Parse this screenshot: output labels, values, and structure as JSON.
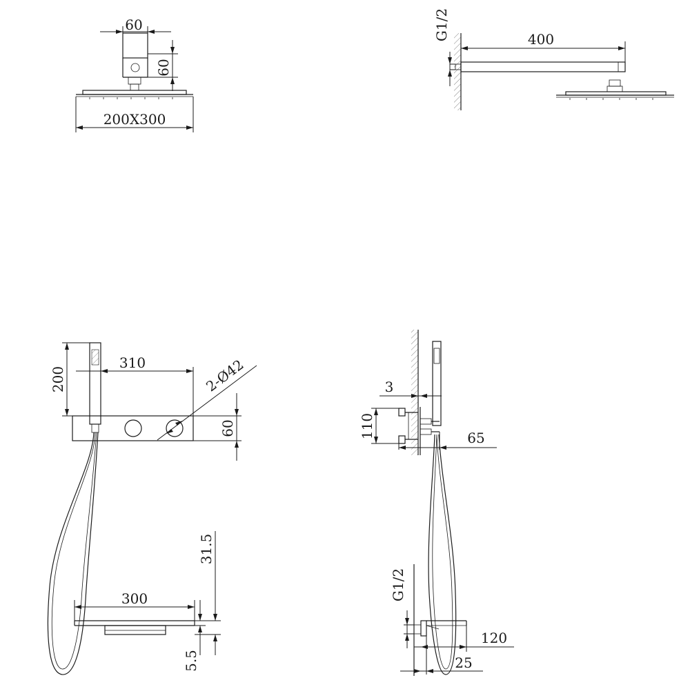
{
  "views": {
    "overhead_front": {
      "width_label": "60",
      "height_label": "60",
      "size_label": "200X300"
    },
    "overhead_side": {
      "thread_label": "G1/2",
      "arm_length_label": "400"
    },
    "mixer_front": {
      "height_label": "200",
      "length_label": "310",
      "knob_label": "2-Ø42",
      "plate_height_label": "60"
    },
    "mixer_side": {
      "plate_label": "3",
      "body_height_label": "110",
      "depth_label": "65"
    },
    "spout_front": {
      "top_label": "31.5",
      "width_label": "300",
      "bottom_label": "5.5"
    },
    "spout_side": {
      "thread_label": "G1/2",
      "projection_label": "120",
      "offset_label": "25"
    }
  },
  "colors": {
    "line": "#1a1a1a",
    "background": "#ffffff"
  }
}
